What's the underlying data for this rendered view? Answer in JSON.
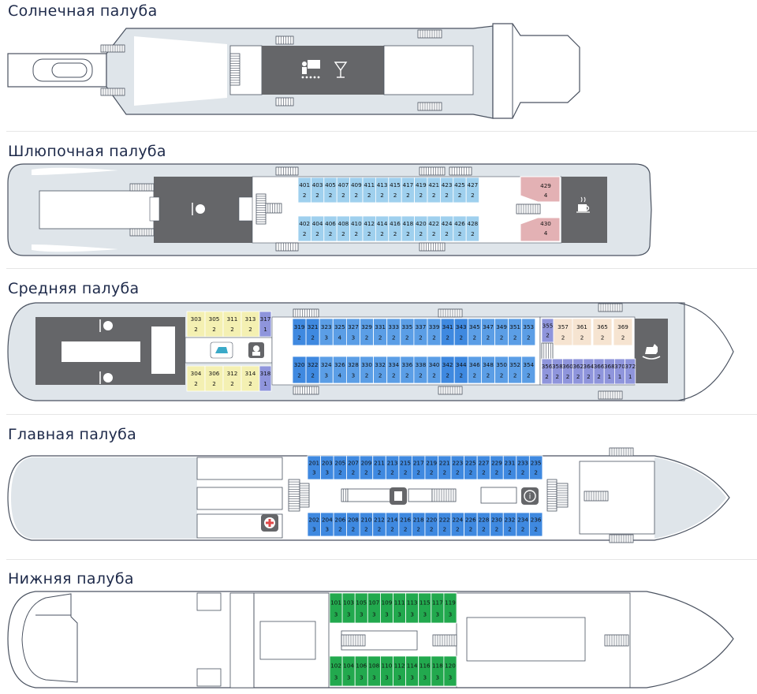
{
  "colors": {
    "hull_fill": "#dfe5ea",
    "hull_stroke": "#4a5260",
    "dark_area": "#656669",
    "lightblue": "#9fd0ee",
    "midblue": "#5b9ee6",
    "blue": "#3f89e0",
    "violet": "#8f95dc",
    "yellow": "#f4f0b2",
    "peach": "#f6e4d1",
    "pink": "#e3b1b4",
    "green": "#22a94e",
    "white": "#ffffff"
  },
  "decks": [
    {
      "id": "sun",
      "title": "Солнечная палуба"
    },
    {
      "id": "boat",
      "title": "Шлюпочная палуба"
    },
    {
      "id": "middle",
      "title": "Средняя палуба"
    },
    {
      "id": "main",
      "title": "Главная палуба"
    },
    {
      "id": "lower",
      "title": "Нижняя палуба"
    }
  ],
  "icons": {
    "sun": [
      "umbrella-icon",
      "lecture-icon",
      "cocktail-icon"
    ],
    "boat": [
      "restaurant-icon",
      "coffee-icon"
    ],
    "middle": [
      "restaurant-icon",
      "restaurant-icon",
      "iron-icon",
      "bar-icon",
      "playroom-icon"
    ],
    "main": [
      "laundry-icon",
      "medical-icon",
      "info-icon"
    ]
  },
  "cabins": {
    "boat": [
      {
        "top": [
          "401",
          "403",
          "405",
          "407",
          "409",
          "411",
          "413",
          "415",
          "417",
          "419",
          "421",
          "423",
          "425",
          "427"
        ],
        "bottom": [
          "402",
          "404",
          "406",
          "408",
          "410",
          "412",
          "414",
          "416",
          "418",
          "420",
          "422",
          "424",
          "426",
          "428"
        ]
      },
      {
        "top_num": "429",
        "top_cap": "4",
        "bottom_num": "430",
        "bottom_cap": "4"
      }
    ],
    "middle_yellow_top": [
      {
        "n": "303",
        "c": "2"
      },
      {
        "n": "305",
        "c": "2"
      },
      {
        "n": "311",
        "c": "2"
      },
      {
        "n": "313",
        "c": "2"
      }
    ],
    "middle_yellow_bottom": [
      {
        "n": "304",
        "c": "2"
      },
      {
        "n": "306",
        "c": "2"
      },
      {
        "n": "312",
        "c": "2"
      },
      {
        "n": "314",
        "c": "2"
      }
    ],
    "middle_317": {
      "n": "317",
      "c": "1"
    },
    "middle_318": {
      "n": "318",
      "c": "1"
    },
    "middle_top": [
      {
        "n": "319",
        "c": "2",
        "k": "blue"
      },
      {
        "n": "321",
        "c": "2",
        "k": "blue"
      },
      {
        "n": "323",
        "c": "3",
        "k": "midblue"
      },
      {
        "n": "325",
        "c": "4",
        "k": "midblue"
      },
      {
        "n": "327",
        "c": "3",
        "k": "midblue"
      },
      {
        "n": "329",
        "c": "2",
        "k": "midblue"
      },
      {
        "n": "331",
        "c": "2",
        "k": "midblue"
      },
      {
        "n": "333",
        "c": "2",
        "k": "midblue"
      },
      {
        "n": "335",
        "c": "2",
        "k": "midblue"
      },
      {
        "n": "337",
        "c": "2",
        "k": "midblue"
      },
      {
        "n": "339",
        "c": "2",
        "k": "midblue"
      },
      {
        "n": "341",
        "c": "2",
        "k": "blue"
      },
      {
        "n": "343",
        "c": "2",
        "k": "blue"
      },
      {
        "n": "345",
        "c": "2",
        "k": "midblue"
      },
      {
        "n": "347",
        "c": "2",
        "k": "midblue"
      },
      {
        "n": "349",
        "c": "2",
        "k": "midblue"
      },
      {
        "n": "351",
        "c": "2",
        "k": "midblue"
      },
      {
        "n": "353",
        "c": "2",
        "k": "midblue"
      }
    ],
    "middle_bottom": [
      {
        "n": "320",
        "c": "2",
        "k": "blue"
      },
      {
        "n": "322",
        "c": "2",
        "k": "blue"
      },
      {
        "n": "324",
        "c": "3",
        "k": "midblue"
      },
      {
        "n": "326",
        "c": "4",
        "k": "midblue"
      },
      {
        "n": "328",
        "c": "3",
        "k": "midblue"
      },
      {
        "n": "330",
        "c": "2",
        "k": "midblue"
      },
      {
        "n": "332",
        "c": "2",
        "k": "midblue"
      },
      {
        "n": "334",
        "c": "2",
        "k": "midblue"
      },
      {
        "n": "336",
        "c": "2",
        "k": "midblue"
      },
      {
        "n": "338",
        "c": "2",
        "k": "midblue"
      },
      {
        "n": "340",
        "c": "2",
        "k": "midblue"
      },
      {
        "n": "342",
        "c": "2",
        "k": "blue"
      },
      {
        "n": "344",
        "c": "2",
        "k": "blue"
      },
      {
        "n": "346",
        "c": "2",
        "k": "midblue"
      },
      {
        "n": "348",
        "c": "2",
        "k": "midblue"
      },
      {
        "n": "350",
        "c": "2",
        "k": "midblue"
      },
      {
        "n": "352",
        "c": "2",
        "k": "midblue"
      },
      {
        "n": "354",
        "c": "2",
        "k": "midblue"
      }
    ],
    "middle_355": {
      "n": "355",
      "c": "2"
    },
    "middle_peach": [
      {
        "n": "357",
        "c": "2"
      },
      {
        "n": "361",
        "c": "2"
      },
      {
        "n": "365",
        "c": "2"
      },
      {
        "n": "369",
        "c": "2"
      }
    ],
    "middle_violet_bottom": [
      {
        "n": "356",
        "c": "2"
      },
      {
        "n": "358",
        "c": "2"
      },
      {
        "n": "360",
        "c": "2"
      },
      {
        "n": "362",
        "c": "2"
      },
      {
        "n": "364",
        "c": "2"
      },
      {
        "n": "366",
        "c": "2"
      },
      {
        "n": "368",
        "c": "1"
      },
      {
        "n": "370",
        "c": "1"
      },
      {
        "n": "372",
        "c": "1"
      }
    ],
    "main_top": [
      {
        "n": "201",
        "c": "3"
      },
      {
        "n": "203",
        "c": "3"
      },
      {
        "n": "205",
        "c": "2"
      },
      {
        "n": "207",
        "c": "2"
      },
      {
        "n": "209",
        "c": "2"
      },
      {
        "n": "211",
        "c": "2"
      },
      {
        "n": "213",
        "c": "2"
      },
      {
        "n": "215",
        "c": "2"
      },
      {
        "n": "217",
        "c": "2"
      },
      {
        "n": "219",
        "c": "2"
      },
      {
        "n": "221",
        "c": "2"
      },
      {
        "n": "223",
        "c": "2"
      },
      {
        "n": "225",
        "c": "2"
      },
      {
        "n": "227",
        "c": "2"
      },
      {
        "n": "229",
        "c": "2"
      },
      {
        "n": "231",
        "c": "2"
      },
      {
        "n": "233",
        "c": "2"
      },
      {
        "n": "235",
        "c": "2"
      }
    ],
    "main_bottom": [
      {
        "n": "202",
        "c": "3"
      },
      {
        "n": "204",
        "c": "3"
      },
      {
        "n": "206",
        "c": "2"
      },
      {
        "n": "208",
        "c": "2"
      },
      {
        "n": "210",
        "c": "2"
      },
      {
        "n": "212",
        "c": "2"
      },
      {
        "n": "214",
        "c": "2"
      },
      {
        "n": "216",
        "c": "2"
      },
      {
        "n": "218",
        "c": "2"
      },
      {
        "n": "220",
        "c": "2"
      },
      {
        "n": "222",
        "c": "2"
      },
      {
        "n": "224",
        "c": "2"
      },
      {
        "n": "226",
        "c": "2"
      },
      {
        "n": "228",
        "c": "2"
      },
      {
        "n": "230",
        "c": "2"
      },
      {
        "n": "232",
        "c": "2"
      },
      {
        "n": "234",
        "c": "2"
      },
      {
        "n": "236",
        "c": "2"
      }
    ],
    "lower_top": [
      {
        "n": "101",
        "c": "3"
      },
      {
        "n": "103",
        "c": "3"
      },
      {
        "n": "105",
        "c": "3"
      },
      {
        "n": "107",
        "c": "3"
      },
      {
        "n": "109",
        "c": "3"
      },
      {
        "n": "111",
        "c": "3"
      },
      {
        "n": "113",
        "c": "3"
      },
      {
        "n": "115",
        "c": "3"
      },
      {
        "n": "117",
        "c": "3"
      },
      {
        "n": "119",
        "c": "3"
      }
    ],
    "lower_bottom": [
      {
        "n": "102",
        "c": "3"
      },
      {
        "n": "104",
        "c": "3"
      },
      {
        "n": "106",
        "c": "3"
      },
      {
        "n": "108",
        "c": "3"
      },
      {
        "n": "110",
        "c": "3"
      },
      {
        "n": "112",
        "c": "3"
      },
      {
        "n": "114",
        "c": "3"
      },
      {
        "n": "116",
        "c": "3"
      },
      {
        "n": "118",
        "c": "3"
      },
      {
        "n": "120",
        "c": "3"
      }
    ]
  }
}
